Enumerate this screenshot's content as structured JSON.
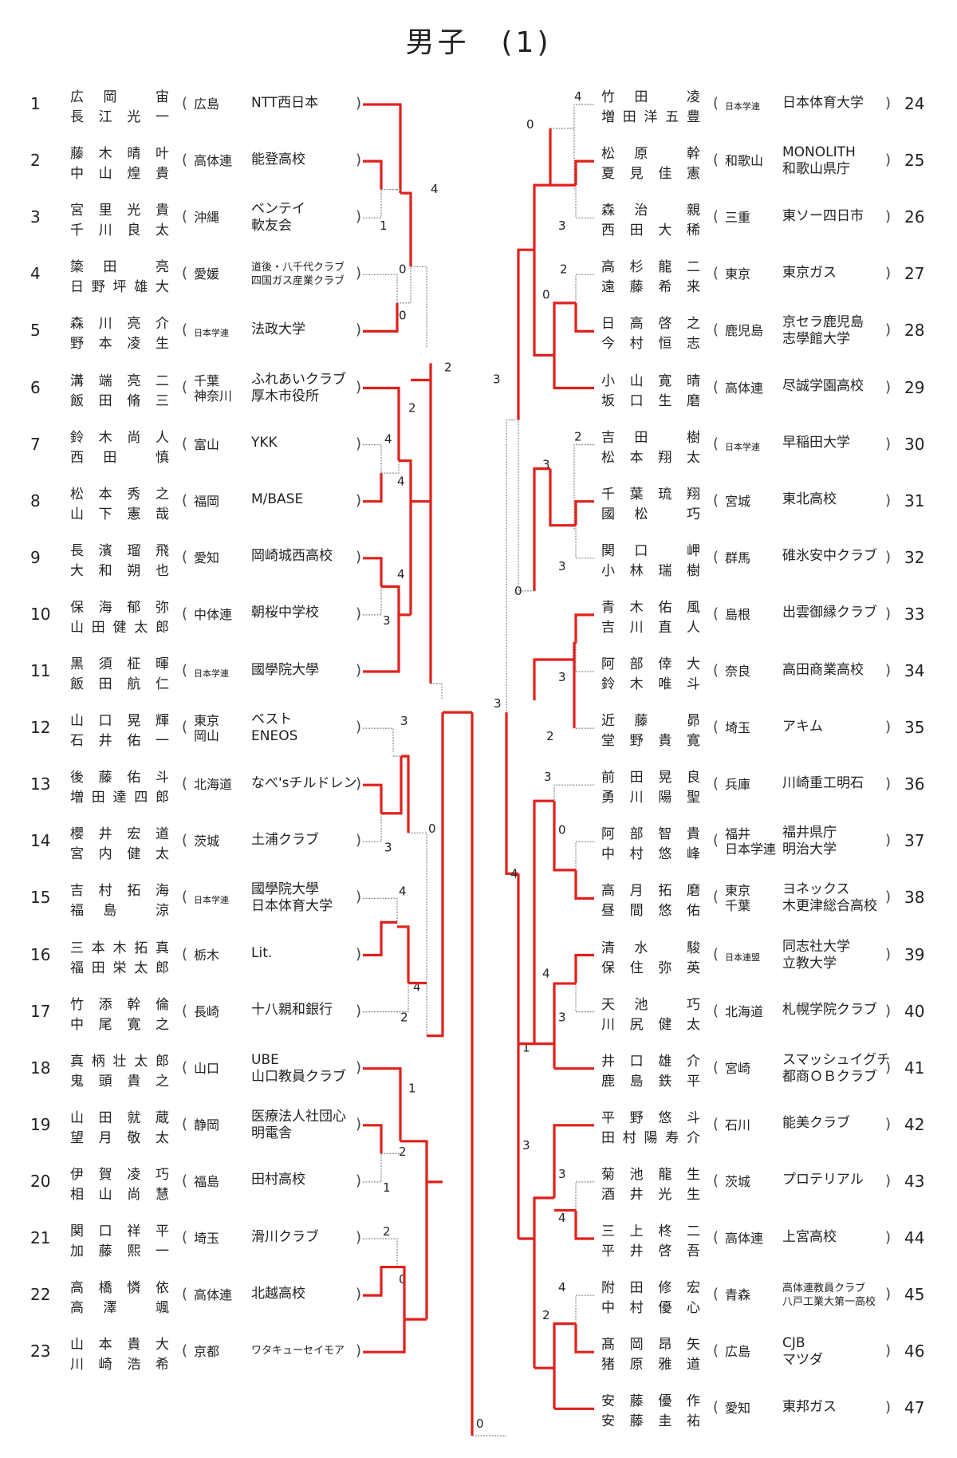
{
  "title": "男子　(1)",
  "left": [
    {
      "num": "1",
      "p1": "広岡宙",
      "p2": "長江光一",
      "pref": [
        "広島"
      ],
      "club": [
        "NTT西日本"
      ]
    },
    {
      "num": "2",
      "p1": "藤木晴叶",
      "p2": "中山煌貴",
      "pref": [
        "高体連"
      ],
      "club": [
        "能登高校"
      ]
    },
    {
      "num": "3",
      "p1": "宮里光貴",
      "p2": "千川良太",
      "pref": [
        "沖縄"
      ],
      "club": [
        "ベンテイ",
        "軟友会"
      ]
    },
    {
      "num": "4",
      "p1": "簗田亮",
      "p2": "日野坪雄大",
      "pref": [
        "愛媛"
      ],
      "club": [
        "道後・八千代クラブ",
        "四国ガス産業クラブ"
      ],
      "small": true
    },
    {
      "num": "5",
      "p1": "森川亮介",
      "p2": "野本凌生",
      "pref": [
        "日本学連"
      ],
      "club": [
        "法政大学"
      ],
      "psmall": true
    },
    {
      "num": "6",
      "p1": "溝端亮二",
      "p2": "飯田脩三",
      "pref": [
        "千葉",
        "神奈川"
      ],
      "club": [
        "ふれあいクラブ",
        "厚木市役所"
      ]
    },
    {
      "num": "7",
      "p1": "鈴木尚人",
      "p2": "西田慎",
      "pref": [
        "富山"
      ],
      "club": [
        "YKK"
      ]
    },
    {
      "num": "8",
      "p1": "松本秀之",
      "p2": "山下憲哉",
      "pref": [
        "福岡"
      ],
      "club": [
        "M/BASE"
      ]
    },
    {
      "num": "9",
      "p1": "長濱瑠飛",
      "p2": "大和朔也",
      "pref": [
        "愛知"
      ],
      "club": [
        "岡崎城西高校"
      ]
    },
    {
      "num": "10",
      "p1": "保海郁弥",
      "p2": "山田健太郎",
      "pref": [
        "中体連"
      ],
      "club": [
        "朝桜中学校"
      ]
    },
    {
      "num": "11",
      "p1": "黒須柾暉",
      "p2": "飯田航仁",
      "pref": [
        "日本学連"
      ],
      "club": [
        "國學院大學"
      ],
      "psmall": true
    },
    {
      "num": "12",
      "p1": "山口晃輝",
      "p2": "石井佑一",
      "pref": [
        "東京",
        "岡山"
      ],
      "club": [
        "ベスト",
        "ENEOS"
      ]
    },
    {
      "num": "13",
      "p1": "後藤佑斗",
      "p2": "増田達四郎",
      "pref": [
        "北海道"
      ],
      "club": [
        "なべ'sチルドレン"
      ]
    },
    {
      "num": "14",
      "p1": "櫻井宏道",
      "p2": "宮内健太",
      "pref": [
        "茨城"
      ],
      "club": [
        "土浦クラブ"
      ]
    },
    {
      "num": "15",
      "p1": "吉村拓海",
      "p2": "福島涼",
      "pref": [
        "日本学連"
      ],
      "club": [
        "國學院大學",
        "日本体育大学"
      ],
      "psmall": true
    },
    {
      "num": "16",
      "p1": "三本木拓真",
      "p2": "福田栄太郎",
      "pref": [
        "栃木"
      ],
      "club": [
        "Lit."
      ]
    },
    {
      "num": "17",
      "p1": "竹添幹倫",
      "p2": "中尾寛之",
      "pref": [
        "長崎"
      ],
      "club": [
        "十八親和銀行"
      ]
    },
    {
      "num": "18",
      "p1": "真柄壮太郎",
      "p2": "鬼頭貴之",
      "pref": [
        "山口"
      ],
      "club": [
        "UBE",
        "山口教員クラブ"
      ]
    },
    {
      "num": "19",
      "p1": "山田就蔵",
      "p2": "望月敬太",
      "pref": [
        "静岡"
      ],
      "club": [
        "医療法人社団心",
        "明電舎"
      ]
    },
    {
      "num": "20",
      "p1": "伊賀凌巧",
      "p2": "相山尚慧",
      "pref": [
        "福島"
      ],
      "club": [
        "田村高校"
      ]
    },
    {
      "num": "21",
      "p1": "関口祥平",
      "p2": "加藤熙一",
      "pref": [
        "埼玉"
      ],
      "club": [
        "滑川クラブ"
      ]
    },
    {
      "num": "22",
      "p1": "高橋憐依",
      "p2": "高澤颯",
      "pref": [
        "高体連"
      ],
      "club": [
        "北越高校"
      ]
    },
    {
      "num": "23",
      "p1": "山本貴大",
      "p2": "川崎浩希",
      "pref": [
        "京都"
      ],
      "club": [
        "ワタキューセイモア"
      ],
      "small": true
    }
  ],
  "right": [
    {
      "num": "24",
      "p1": "竹田凌",
      "p2": "増田洋五豊",
      "pref": [
        "日本学連"
      ],
      "club": [
        "日本体育大学"
      ],
      "psmall": true
    },
    {
      "num": "25",
      "p1": "松原幹",
      "p2": "夏見佳憲",
      "pref": [
        "和歌山"
      ],
      "club": [
        "MONOLITH",
        "和歌山県庁"
      ]
    },
    {
      "num": "26",
      "p1": "森治親",
      "p2": "西田大稀",
      "pref": [
        "三重"
      ],
      "club": [
        "東ソー四日市"
      ]
    },
    {
      "num": "27",
      "p1": "高杉龍二",
      "p2": "遠藤希来",
      "pref": [
        "東京"
      ],
      "club": [
        "東京ガス"
      ]
    },
    {
      "num": "28",
      "p1": "日高啓之",
      "p2": "今村恒志",
      "pref": [
        "鹿児島"
      ],
      "club": [
        "京セラ鹿児島",
        "志學館大学"
      ]
    },
    {
      "num": "29",
      "p1": "小山寛晴",
      "p2": "坂口生磨",
      "pref": [
        "高体連"
      ],
      "club": [
        "尽誠学園高校"
      ]
    },
    {
      "num": "30",
      "p1": "吉田樹",
      "p2": "松本翔太",
      "pref": [
        "日本学連"
      ],
      "club": [
        "早稲田大学"
      ],
      "psmall": true
    },
    {
      "num": "31",
      "p1": "千葉琉翔",
      "p2": "國松巧",
      "pref": [
        "宮城"
      ],
      "club": [
        "東北高校"
      ]
    },
    {
      "num": "32",
      "p1": "関口岬",
      "p2": "小林瑞樹",
      "pref": [
        "群馬"
      ],
      "club": [
        "碓氷安中クラブ"
      ]
    },
    {
      "num": "33",
      "p1": "青木佑風",
      "p2": "吉川直人",
      "pref": [
        "島根"
      ],
      "club": [
        "出雲御縁クラブ"
      ]
    },
    {
      "num": "34",
      "p1": "阿部倖大",
      "p2": "鈴木唯斗",
      "pref": [
        "奈良"
      ],
      "club": [
        "高田商業高校"
      ]
    },
    {
      "num": "35",
      "p1": "近藤昴",
      "p2": "堂野貴寛",
      "pref": [
        "埼玉"
      ],
      "club": [
        "アキム"
      ]
    },
    {
      "num": "36",
      "p1": "前田晃良",
      "p2": "勇川陽聖",
      "pref": [
        "兵庫"
      ],
      "club": [
        "川崎重工明石"
      ]
    },
    {
      "num": "37",
      "p1": "阿部智貴",
      "p2": "中村悠峰",
      "pref": [
        "福井",
        "日本学連"
      ],
      "club": [
        "福井県庁",
        "明治大学"
      ]
    },
    {
      "num": "38",
      "p1": "高月拓磨",
      "p2": "昼間悠佑",
      "pref": [
        "東京",
        "千葉"
      ],
      "club": [
        "ヨネックス",
        "木更津総合高校"
      ]
    },
    {
      "num": "39",
      "p1": "清水駿",
      "p2": "保住弥英",
      "pref": [
        "日本連盟"
      ],
      "club": [
        "同志社大学",
        "立教大学"
      ],
      "psmall": true
    },
    {
      "num": "40",
      "p1": "天池巧",
      "p2": "川尻健太",
      "pref": [
        "北海道"
      ],
      "club": [
        "札幌学院クラブ"
      ]
    },
    {
      "num": "41",
      "p1": "井口雄介",
      "p2": "鹿島鉄平",
      "pref": [
        "宮崎"
      ],
      "club": [
        "スマッシュイグチ",
        "都商ＯＢクラブ"
      ]
    },
    {
      "num": "42",
      "p1": "平野悠斗",
      "p2": "田村陽寿介",
      "pref": [
        "石川"
      ],
      "club": [
        "能美クラブ"
      ]
    },
    {
      "num": "43",
      "p1": "菊池龍生",
      "p2": "酒井光生",
      "pref": [
        "茨城"
      ],
      "club": [
        "プロテリアル"
      ]
    },
    {
      "num": "44",
      "p1": "三上柊二",
      "p2": "平井啓吾",
      "pref": [
        "高体連"
      ],
      "club": [
        "上宮高校"
      ]
    },
    {
      "num": "45",
      "p1": "附田修宏",
      "p2": "中村優心",
      "pref": [
        "青森"
      ],
      "club": [
        "高体連教員クラブ",
        "八戸工業大第一高校"
      ],
      "small": true
    },
    {
      "num": "46",
      "p1": "髙岡昂矢",
      "p2": "猪原雅道",
      "pref": [
        "広島"
      ],
      "club": [
        "CJB",
        "マツダ"
      ]
    },
    {
      "num": "47",
      "p1": "安藤優作",
      "p2": "安藤圭祐",
      "pref": [
        "愛知"
      ],
      "club": [
        "東邦ガス"
      ]
    }
  ],
  "scores": {
    "L_1_23": "0",
    "L_3": "1",
    "L_1_3": "4",
    "L_4": "0",
    "L_5": "0",
    "L_1_5": "2",
    "L_6_8": "2",
    "L_7": "4",
    "L_8": "4",
    "L_9": "4",
    "L_10": "3",
    "L_12": "3",
    "L_14": "3",
    "L_12_14": "0",
    "L_15": "4",
    "L_17": "2",
    "L_15_17": "4",
    "L_18_20": "1",
    "L_19_20": "2",
    "L_20": "1",
    "L_21": "2",
    "L_21_22": "0",
    "R_24": "4",
    "R_24_26": "0",
    "R_26": "3",
    "R_27": "2",
    "R_27_28": "0",
    "R_24_29": "3",
    "R_30": "2",
    "R_31_32": "3",
    "R_32": "3",
    "R_30_35": "0",
    "R_34": "3",
    "R_35": "2",
    "R_24_35": "3",
    "R_36": "3",
    "R_37": "0",
    "R_36_47": "4",
    "R_39": "4",
    "R_40": "3",
    "R_36_41": "1",
    "R_42": "3",
    "R_43": "3",
    "R_44": "4",
    "R_45": "4",
    "R_45_46": "2"
  }
}
